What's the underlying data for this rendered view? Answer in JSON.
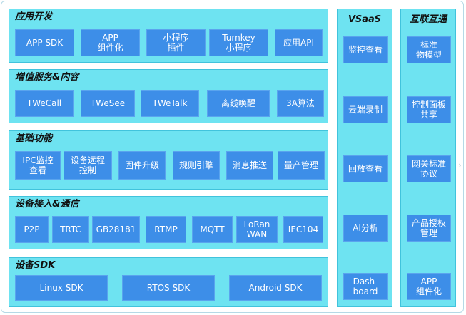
{
  "sections": [
    {
      "title": "应用开发",
      "items": [
        "APP SDK",
        "APP\n组件化",
        "小程序\n插件",
        "Turnkey\n小程序",
        "应用API"
      ]
    },
    {
      "title": "增值服务&内容",
      "items": [
        "TWeCall",
        "TWeSee",
        "TWeTalk",
        "离线唤醒",
        "3A算法"
      ]
    },
    {
      "title": "基础功能",
      "items": [
        "IPC监控\n查看",
        "设备远程\n控制",
        "固件升级",
        "规则引擎",
        "消息推送",
        "量产管理"
      ]
    },
    {
      "title": "设备接入&通信",
      "items": [
        "P2P",
        "TRTC",
        "GB28181",
        "RTMP",
        "MQTT",
        "LoRan\nWAN",
        "IEC104"
      ]
    },
    {
      "title": "设备SDK",
      "items": [
        "Linux SDK",
        "RTOS SDK",
        "Android SDK"
      ]
    }
  ],
  "vsaas": {
    "title": "VSaaS",
    "items": [
      "监控查看",
      "云端录制",
      "回放查看",
      "AI分析",
      "Dash-\nboard"
    ]
  },
  "interop": {
    "title": "互联互通",
    "items": [
      "标准\n物模型",
      "控制面板\n共享",
      "网关标准\n协议",
      "产品授权\n管理",
      "APP\n组件化"
    ]
  }
}
